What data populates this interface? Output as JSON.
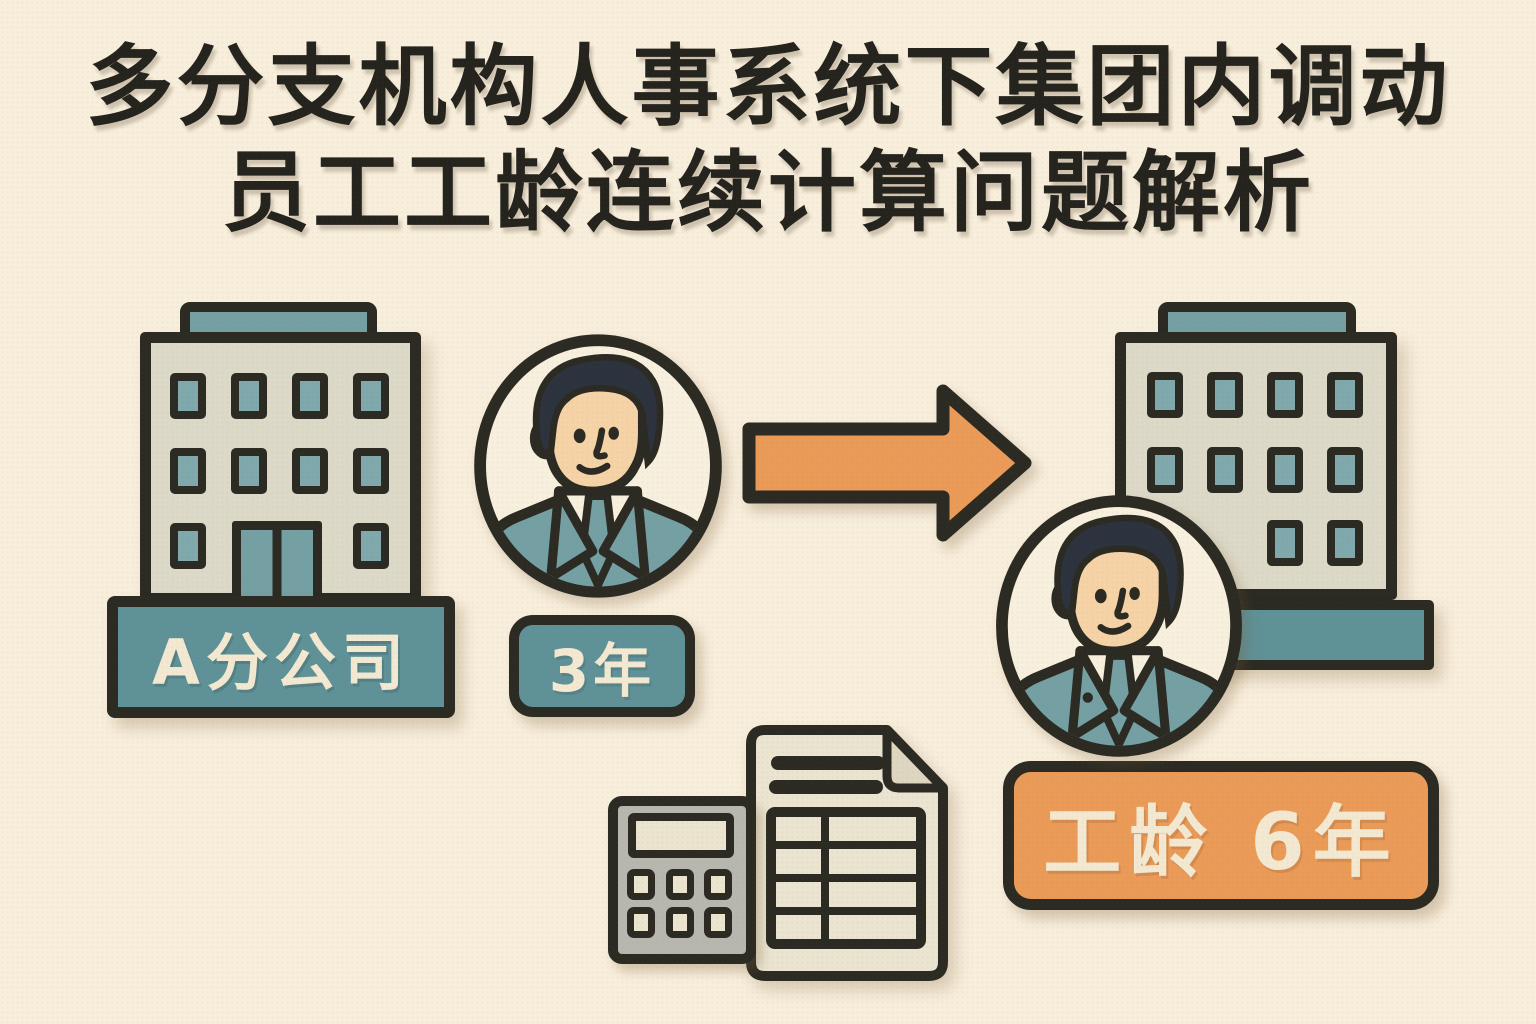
{
  "title": {
    "line1": "多分支机构人事系统下集团内调动",
    "line2": "员工工龄连续计算问题解析"
  },
  "branch_a": {
    "name": "A分公司"
  },
  "employee_before": {
    "years_badge": "3年"
  },
  "employee_after": {
    "seniority_badge": "工龄 6年"
  },
  "icons": {
    "branch_a_building": "office-building-icon",
    "destination_building": "office-building-icon",
    "employee_before_avatar": "male-employee-avatar-icon",
    "employee_after_avatar": "male-employee-avatar-icon",
    "transfer_arrow": "right-arrow-icon",
    "calculator": "calculator-icon",
    "document": "document-with-table-icon"
  },
  "colors": {
    "bg": "#f8eedc",
    "outline": "#2b2a23",
    "teal_dark": "#5f9298",
    "teal_mid": "#74a0a4",
    "teal_window": "#7fa9ac",
    "wall": "#ddd9c8",
    "orange": "#eb9b58",
    "cream_text": "#f3e9d2",
    "skin": "#f5d3a7",
    "hair": "#2c333e",
    "avatar_bg": "#f8f0de",
    "paper": "#eae4d1",
    "paper_fold": "#ded6c1",
    "calc_gray": "#b8b7af",
    "screen_cream": "#ebe4cf",
    "ink_title": "#24231d"
  }
}
